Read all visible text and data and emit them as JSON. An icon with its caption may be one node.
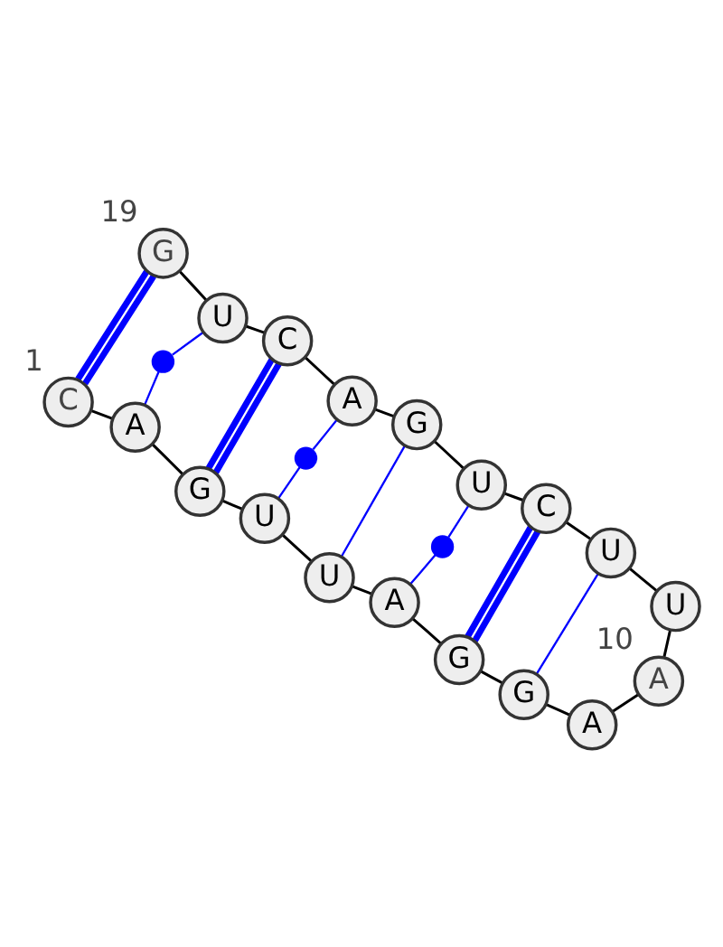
{
  "diagram": {
    "nodes": [
      {
        "text": [
          "C"
        ],
        "beside": [
          "1"
        ]
      },
      {
        "text": [
          "A"
        ]
      },
      {
        "text": [
          "G"
        ]
      },
      {
        "text": [
          "U"
        ]
      },
      {
        "text": [
          "U"
        ]
      },
      {
        "text": [
          "A"
        ]
      },
      {
        "text": [
          "G"
        ]
      },
      {
        "text": [
          "G"
        ]
      },
      {
        "text": [
          "A"
        ]
      },
      {
        "text": [
          "A"
        ],
        "beside": [
          "10"
        ]
      },
      {
        "text": [
          "U"
        ]
      },
      {
        "text": [
          "U"
        ]
      },
      {
        "text": [
          "C"
        ]
      },
      {
        "text": [
          "U"
        ]
      },
      {
        "text": [
          "G"
        ]
      },
      {
        "text": [
          "A"
        ]
      },
      {
        "text": [
          "C"
        ]
      },
      {
        "text": [
          "U"
        ]
      },
      {
        "text": [
          "G"
        ],
        "beside": [
          "19"
        ]
      },
      {
        "text": [],
        "shape": "circle"
      },
      {
        "text": [],
        "shape": "circle"
      },
      {
        "text": [],
        "shape": "circle"
      }
    ],
    "edges": [
      {
        "from": 0,
        "to": 1,
        "arrow": "none"
      },
      {
        "from": 1,
        "to": 2,
        "arrow": "none"
      },
      {
        "from": 2,
        "to": 3,
        "arrow": "none"
      },
      {
        "from": 3,
        "to": 4,
        "arrow": "none"
      },
      {
        "from": 4,
        "to": 5,
        "arrow": "none"
      },
      {
        "from": 5,
        "to": 6,
        "arrow": "none"
      },
      {
        "from": 6,
        "to": 7,
        "arrow": "none"
      },
      {
        "from": 7,
        "to": 8,
        "arrow": "none"
      },
      {
        "from": 8,
        "to": 9,
        "arrow": "none"
      },
      {
        "from": 9,
        "to": 10,
        "arrow": "none"
      },
      {
        "from": 10,
        "to": 11,
        "arrow": "none"
      },
      {
        "from": 11,
        "to": 12,
        "arrow": "none"
      },
      {
        "from": 12,
        "to": 13,
        "arrow": "none"
      },
      {
        "from": 13,
        "to": 14,
        "arrow": "none"
      },
      {
        "from": 14,
        "to": 15,
        "arrow": "none"
      },
      {
        "from": 15,
        "to": 16,
        "arrow": "none"
      },
      {
        "from": 16,
        "to": 17,
        "arrow": "none"
      },
      {
        "from": 17,
        "to": 18,
        "arrow": "none"
      },
      {
        "from": 0,
        "to": 18,
        "arrow": "none",
        "style": "thick",
        "color": "#0000ff"
      },
      {
        "from": 1,
        "to": 19,
        "arrow": "none",
        "color": "#0000ff"
      },
      {
        "from": 19,
        "to": 17,
        "arrow": "none",
        "color": "#0000ff"
      },
      {
        "from": 2,
        "to": 16,
        "arrow": "none",
        "style": "thick",
        "color": "#0000ff"
      },
      {
        "from": 3,
        "to": 20,
        "arrow": "none",
        "color": "#0000ff"
      },
      {
        "from": 20,
        "to": 15,
        "arrow": "none",
        "color": "#0000ff"
      },
      {
        "from": 4,
        "to": 14,
        "arrow": "none",
        "color": "#0000ff"
      },
      {
        "from": 5,
        "to": 21,
        "arrow": "none",
        "color": "#0000ff"
      },
      {
        "from": 21,
        "to": 13,
        "arrow": "none",
        "color": "#0000ff"
      },
      {
        "from": 6,
        "to": 12,
        "arrow": "none",
        "style": "thick",
        "color": "#0000ff"
      },
      {
        "from": 7,
        "to": 11,
        "arrow": "none",
        "color": "#0000ff"
      }
    ]
  }
}
